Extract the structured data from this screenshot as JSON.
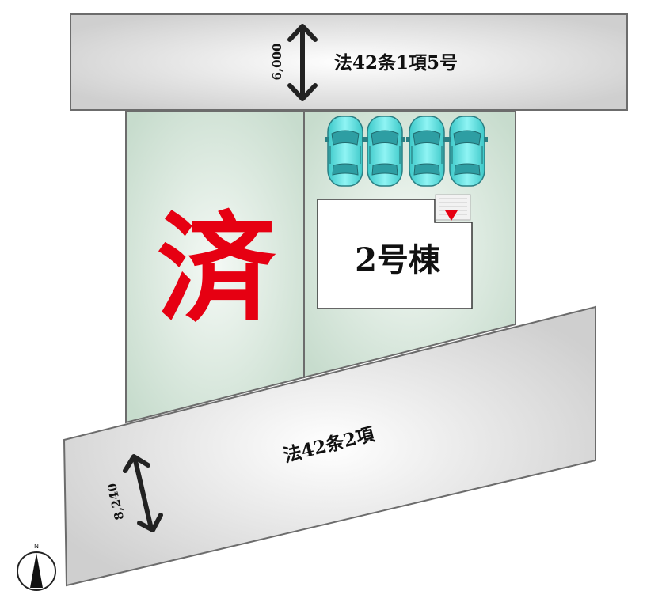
{
  "roads": {
    "top": {
      "label": "法42条1項5号",
      "width": "6,000"
    },
    "bottom": {
      "label": "法42条2項",
      "width": "8,240"
    }
  },
  "lots": {
    "sold": {
      "stamp": "済"
    },
    "building": {
      "label": "2号棟",
      "parking_spaces": 4
    }
  },
  "compass": {
    "label": "N"
  },
  "colors": {
    "road": "#d8d8d8",
    "lot": "#d3e4d9",
    "stamp": "#e60012",
    "car": "#5fe3e3",
    "entrance_marker": "#e60012"
  }
}
